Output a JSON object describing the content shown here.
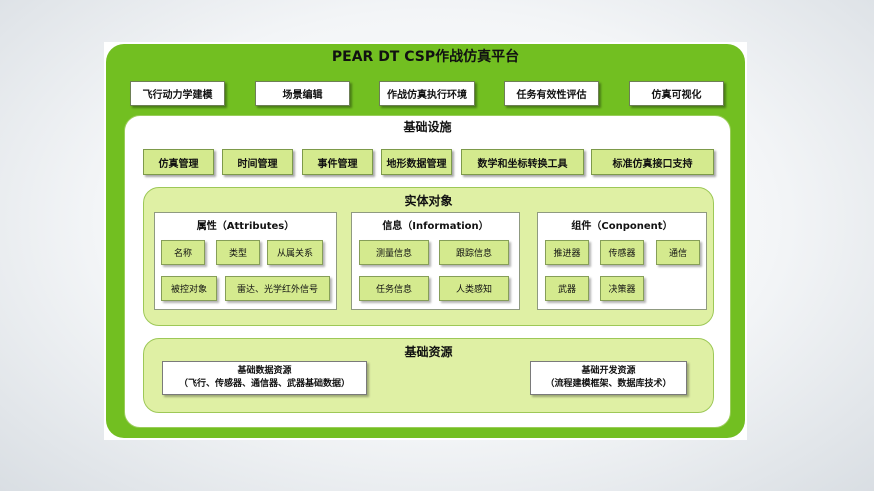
{
  "title": "PEAR DT CSP作战仿真平台",
  "top_modules": [
    "飞行动力学建模",
    "场景编辑",
    "作战仿真执行环境",
    "任务有效性评估",
    "仿真可视化"
  ],
  "infrastructure": {
    "title": "基础设施",
    "items": [
      "仿真管理",
      "时间管理",
      "事件管理",
      "地形数据管理",
      "数学和坐标转换工具",
      "标准仿真接口支持"
    ]
  },
  "entity": {
    "title": "实体对象",
    "attributes": {
      "title": "属性（Attributes）",
      "items": [
        "名称",
        "类型",
        "从属关系",
        "被控对象",
        "雷达、光学红外信号"
      ]
    },
    "information": {
      "title": "信息（Information）",
      "items": [
        "测量信息",
        "跟踪信息",
        "任务信息",
        "人类感知"
      ]
    },
    "component": {
      "title": "组件（Conponent）",
      "items": [
        "推进器",
        "传感器",
        "通信",
        "武器",
        "决策器"
      ]
    }
  },
  "resources": {
    "title": "基础资源",
    "data": {
      "line1": "基础数据资源",
      "line2": "（飞行、传感器、通信器、武器基础数据）"
    },
    "dev": {
      "line1": "基础开发资源",
      "line2": "（流程建模框架、数据库技术）"
    }
  }
}
